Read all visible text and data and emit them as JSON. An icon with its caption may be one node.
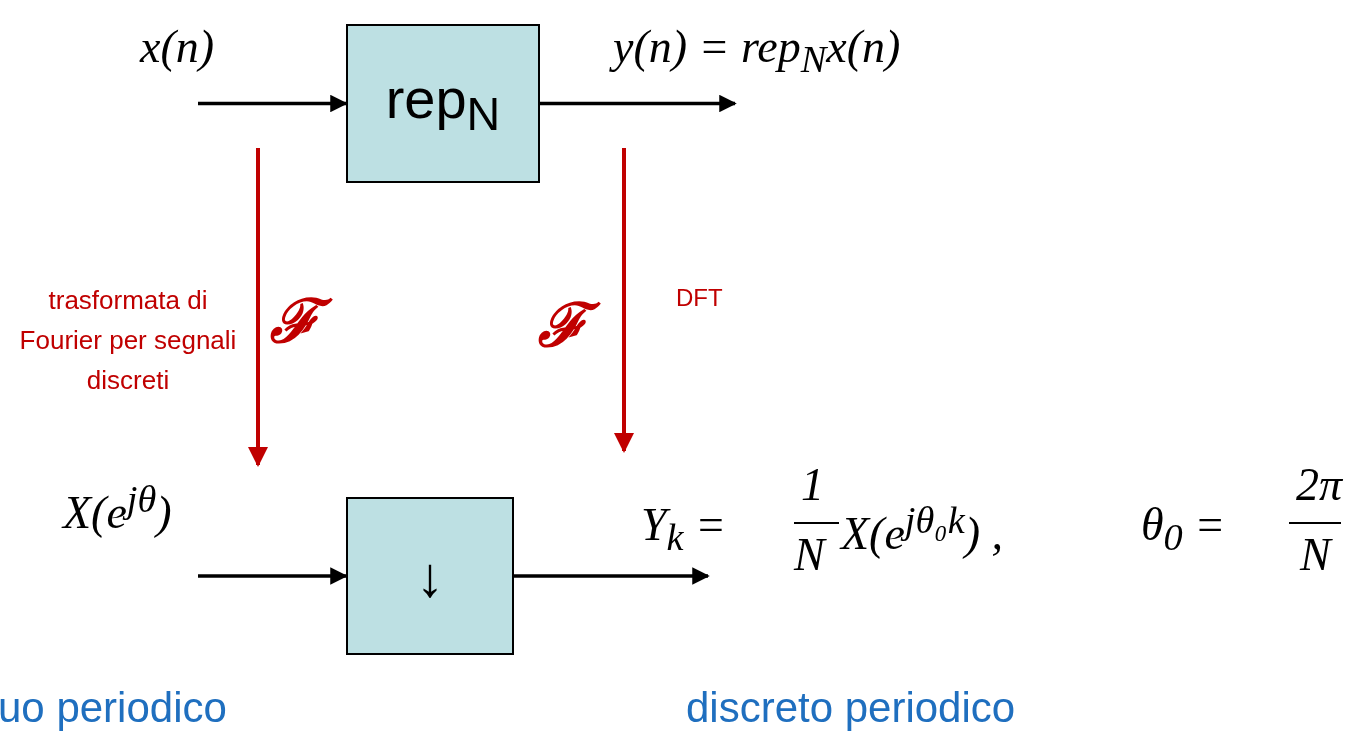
{
  "diagram": {
    "nodes": [
      {
        "text": [
          "x(n)"
        ]
      },
      {
        "text": [
          "rep$_{N}$"
        ]
      },
      {
        "text": [
          "y(n) = rep$_{N}$x(n)"
        ]
      },
      {
        "text": [
          "X(e$^{jθ}$)"
        ]
      },
      {
        "text": [
          "↓"
        ]
      },
      {
        "text": [
          "Y$_{k}$ =",
          "1",
          "N",
          "X(e$^{jθ₀k}$) ,",
          "θ$_{0}$ =",
          "2π",
          "N"
        ]
      }
    ],
    "edges": [
      {
        "from": 0,
        "to": 1,
        "arrow": "to"
      },
      {
        "from": 1,
        "to": 2,
        "arrow": "to"
      },
      {
        "from": 3,
        "to": 4,
        "arrow": "to"
      },
      {
        "from": 4,
        "to": 5,
        "arrow": "to"
      },
      {
        "from": 0,
        "to": 3,
        "arrow": "to",
        "color": "#c00000"
      },
      {
        "from": 2,
        "to": 5,
        "arrow": "to",
        "color": "#c00000"
      }
    ],
    "labels": [
      "trasformata di Fourier per segnali discreti",
      "ℱ",
      "ℱ",
      "DFT",
      "uo periodico",
      "discreto periodico"
    ]
  }
}
